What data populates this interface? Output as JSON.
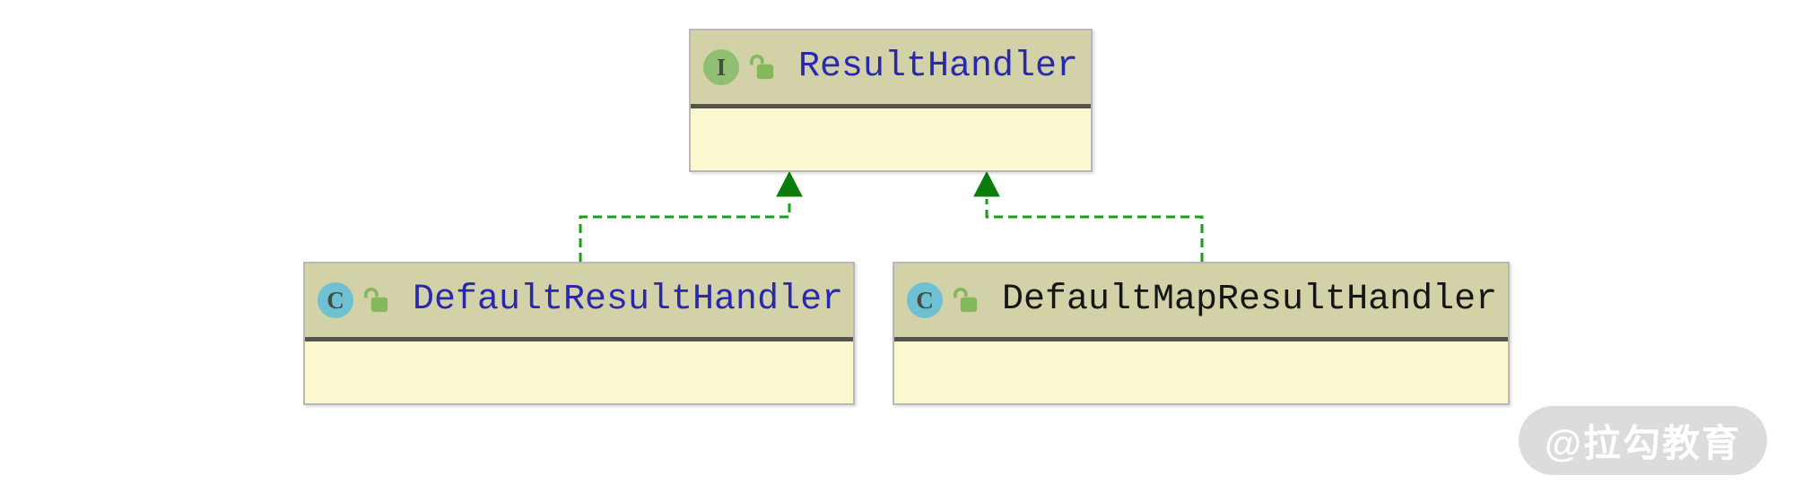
{
  "page": {
    "background": "#ffffff"
  },
  "diagram": {
    "type": "uml-class-diagram",
    "nodes": [
      {
        "id": "ResultHandler",
        "stereotype": "interface",
        "badge_letter": "I",
        "lock_icon": "unlocked-public",
        "label": "ResultHandler",
        "label_color": "#2929ad"
      },
      {
        "id": "DefaultResultHandler",
        "stereotype": "class",
        "badge_letter": "C",
        "lock_icon": "unlocked-public",
        "label": "DefaultResultHandler",
        "label_color": "#2929ad"
      },
      {
        "id": "DefaultMapResultHandler",
        "stereotype": "class",
        "badge_letter": "C",
        "lock_icon": "unlocked-public",
        "label": "DefaultMapResultHandler",
        "label_color": "#161616"
      }
    ],
    "edges": [
      {
        "from": "DefaultResultHandler",
        "to": "ResultHandler",
        "relation": "implements",
        "line_style": "dashed",
        "arrow": "solid-triangle-up",
        "color": "#16a016"
      },
      {
        "from": "DefaultMapResultHandler",
        "to": "ResultHandler",
        "relation": "implements",
        "line_style": "dashed",
        "arrow": "solid-triangle-up",
        "color": "#16a016"
      }
    ]
  },
  "watermark": {
    "text": "@拉勾教育"
  },
  "theme": {
    "header_bg": "#d3d1a7",
    "body_bg": "#fbf8d0",
    "separator": "#54544c",
    "border": "#b8b8b8",
    "interface_icon_bg": "#91bf71",
    "class_icon_bg": "#6fc0d2",
    "icon_letter": "#3f4f44",
    "lock_green": "#84b85a",
    "edge_green": "#16a016",
    "arrow_green": "#0a7d0a",
    "link_blue": "#2929ad",
    "text_dark": "#161616",
    "watermark_bg": "#dcdcdc",
    "watermark_text": "#ffffff"
  }
}
